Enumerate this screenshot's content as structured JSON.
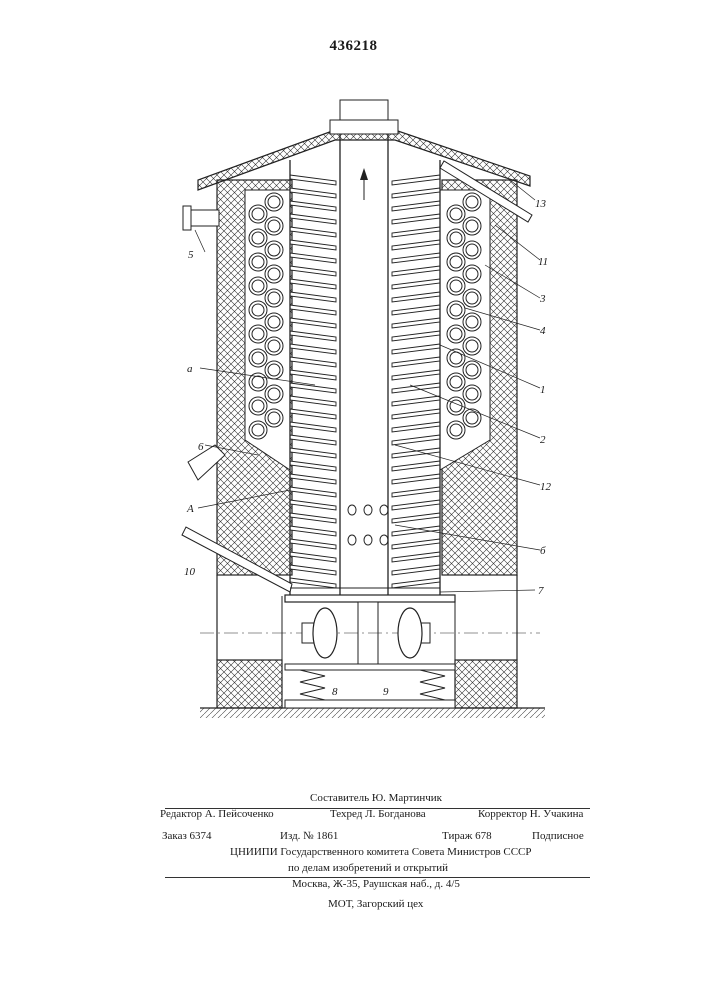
{
  "patent_number": "436218",
  "labels": {
    "l5": "5",
    "l13": "13",
    "l11": "11",
    "l3": "3",
    "l4": "4",
    "l1": "1",
    "la": "a",
    "l2": "2",
    "l6": "6",
    "l12": "12",
    "lA": "A",
    "lb": "б",
    "l10": "10",
    "l7": "7",
    "l8": "8",
    "l9": "9"
  },
  "imprint": {
    "composer": "Составитель Ю. Мартинчик",
    "editor": "Редактор А. Пейсоченко",
    "techred": "Техред Л. Богданова",
    "corrector": "Корректор Н. Учакина",
    "order": "Заказ 6374",
    "edition": "Изд. № 1861",
    "circulation": "Тираж 678",
    "subscription": "Подписное",
    "institute": "ЦНИИПИ Государственного комитета Совета Министров СССР",
    "dept": "по делам изобретений и открытий",
    "address": "Москва, Ж-35, Раушская наб., д. 4/5",
    "printer": "МОТ, Загорский цех"
  }
}
